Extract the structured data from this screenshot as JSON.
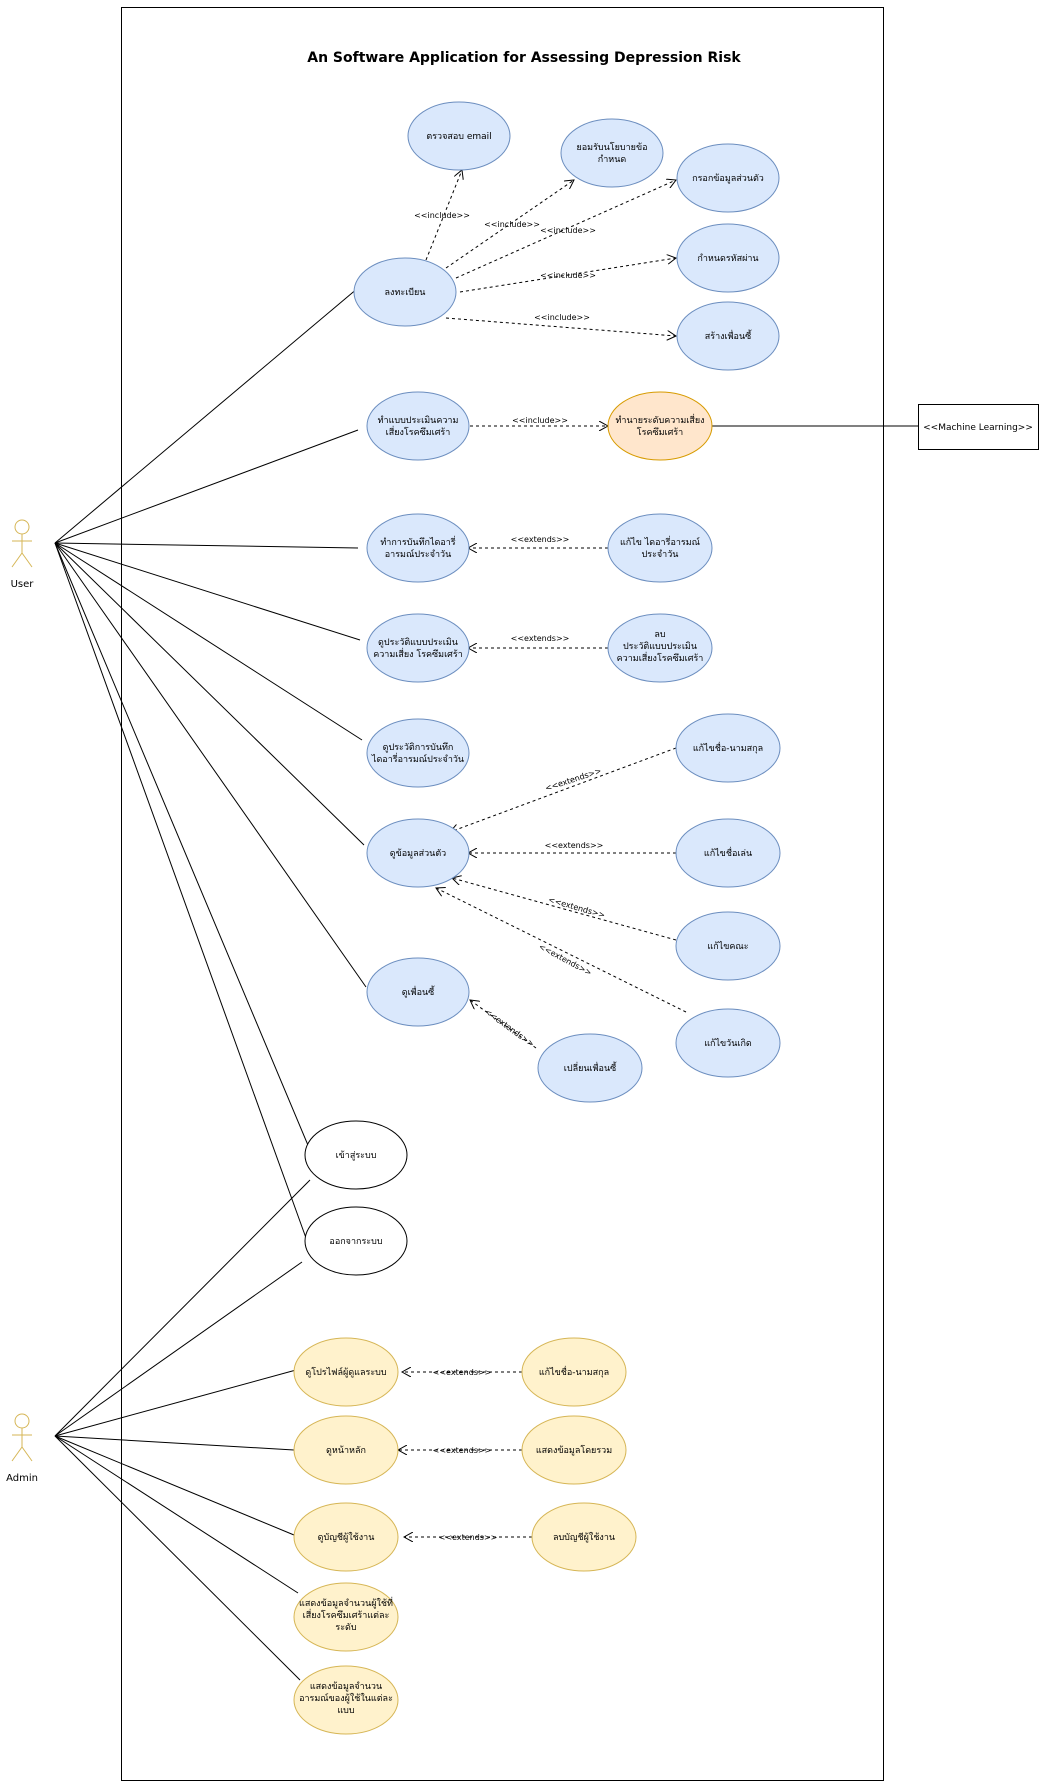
{
  "title": "An Software Application for Assessing Depression Risk",
  "actors": {
    "user": "User",
    "admin": "Admin"
  },
  "external_system": "<<Machine Learning>>",
  "colors": {
    "user_usecase_fill": "#dae8fc",
    "user_usecase_stroke": "#6c8ebf",
    "ml_usecase_fill": "#ffe6cc",
    "ml_usecase_stroke": "#d79b00",
    "admin_usecase_fill": "#fff2cc",
    "admin_usecase_stroke": "#d6b656",
    "plain_usecase_fill": "#ffffff",
    "line": "#000000"
  },
  "use_cases": {
    "register": "ลงทะเบียน",
    "check_email": "ตรวจสอบ email",
    "accept_policy": [
      "ยอมรับนโยบายข้อ",
      "กำหนด"
    ],
    "fill_personal_info": "กรอกข้อมูลส่วนตัว",
    "set_password": "กำหนดรหัสผ่าน",
    "create_buddy": "สร้างเพื่อนซี้",
    "take_assessment": [
      "ทำแบบประเมินความ",
      "เสี่ยงโรคซึมเศร้า"
    ],
    "predict_risk": [
      "ทำนายระดับความเสี่ยง",
      "โรคซึมเศร้า"
    ],
    "record_diary": [
      "ทำการบันทึกไดอารี่",
      "อารมณ์ประจำวัน"
    ],
    "edit_diary": [
      "แก้ไข ไดอารี่อารมณ์",
      "ประจำวัน"
    ],
    "view_assessment_history": [
      "ดูประวัติแบบประเมิน",
      "ความเสี่ยง โรคซึมเศร้า"
    ],
    "delete_assessment_history": [
      "ลบ",
      "ประวัติแบบประเมิน",
      "ความเสี่ยงโรคซึมเศร้า"
    ],
    "view_diary_history": [
      "ดูประวัติการบันทึก",
      "ไดอารี่อารมณ์ประจำวัน"
    ],
    "view_profile": "ดูข้อมูลส่วนตัว",
    "edit_name": "แก้ไขชื่อ-นามสกุล",
    "edit_nickname": "แก้ไขชื่อเล่น",
    "edit_faculty": "แก้ไขคณะ",
    "edit_birthday": "แก้ไขวันเกิด",
    "view_buddy": "ดูเพื่อนซี้",
    "change_buddy": "เปลี่ยนเพื่อนซี้",
    "login": "เข้าสู่ระบบ",
    "logout": "ออกจากระบบ",
    "admin_view_profile": "ดูโปรไฟล์ผู้ดูแลระบบ",
    "admin_edit_name": "แก้ไขชื่อ-นามสกุล",
    "admin_view_home": "ดูหน้าหลัก",
    "admin_show_overview": "แสดงข้อมูลโดยรวม",
    "admin_view_accounts": "ดูบัญชีผู้ใช้งาน",
    "admin_delete_account": "ลบบัญชีผู้ใช้งาน",
    "admin_show_risk_counts": [
      "แสดงข้อมูลจำนวนผู้ใช้ที่",
      "เสี่ยงโรคซึมเศร้าแต่ละ",
      "ระดับ"
    ],
    "admin_show_mood_counts": [
      "แสดงข้อมูลจำนวน",
      "อารมณ์ของผู้ใช้ในแต่ละ",
      "แบบ"
    ]
  },
  "relation_labels": {
    "include": "<<include>>",
    "extends": "<<extends>>"
  }
}
